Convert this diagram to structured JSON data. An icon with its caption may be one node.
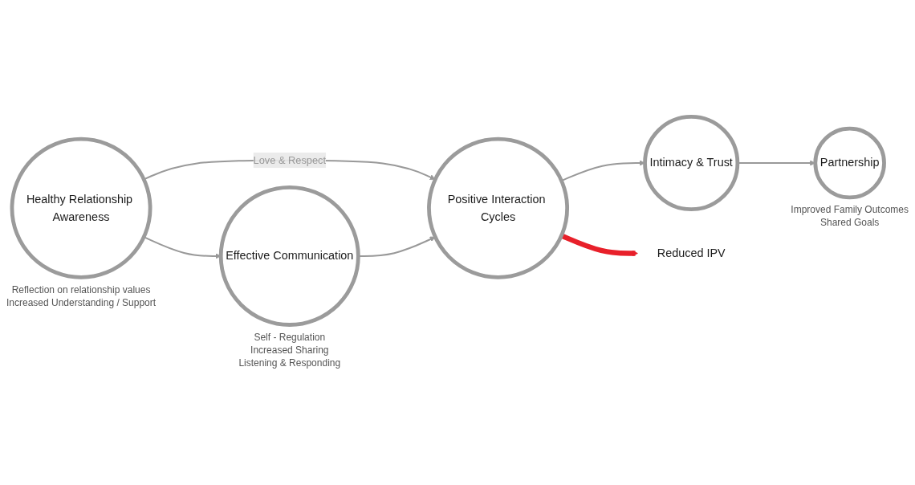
{
  "diagram": {
    "nodes": [
      {
        "text": [
          "Healthy Relationship Awareness"
        ],
        "beside": [
          "Reflection on relationship values",
          "Increased Understanding / Support"
        ]
      },
      {
        "text": [
          "Effective Communication"
        ],
        "beside": [
          "Self - Regulation",
          "Increased Sharing",
          "Listening & Responding"
        ]
      },
      {
        "text": [
          "Positive Interaction Cycles"
        ]
      },
      {
        "text": [
          "Intimacy & Trust"
        ]
      },
      {
        "text": [
          "Partnership"
        ],
        "beside": [
          "Improved Family Outcomes",
          "Shared Goals"
        ]
      },
      {
        "text": [
          "Reduced IPV"
        ]
      }
    ],
    "edges": [
      {
        "from": 0,
        "to": 1,
        "arrow": "to"
      },
      {
        "from": 0,
        "to": 2,
        "arrow": "to",
        "label": "Love & Respect"
      },
      {
        "from": 1,
        "to": 2,
        "arrow": "to"
      },
      {
        "from": 2,
        "to": 3,
        "arrow": "to"
      },
      {
        "from": 3,
        "to": 4,
        "arrow": "to"
      },
      {
        "from": 2,
        "to": 5,
        "arrow": "to",
        "style": "thick",
        "color": "#e8202a"
      }
    ]
  }
}
